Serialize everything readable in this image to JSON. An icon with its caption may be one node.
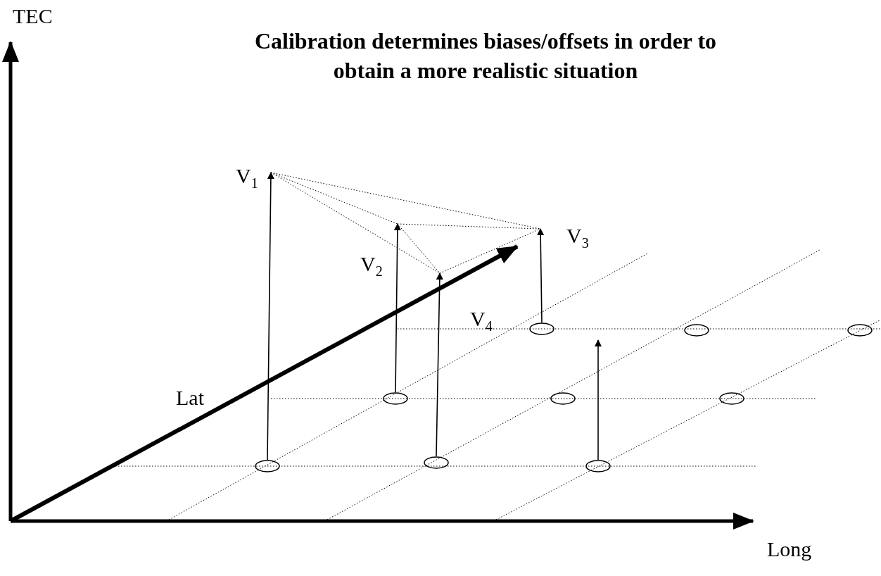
{
  "diagram": {
    "title": "Calibration determines biases/offsets in order to obtain a more realistic situation",
    "nodes": [
      {
        "text": [
          "V$_{1}$"
        ]
      },
      {
        "text": [
          "V$_{3}$"
        ]
      },
      {
        "text": [
          "V$_{2}$"
        ]
      },
      {
        "text": [
          "V$_{4}$"
        ]
      },
      {
        "text": [],
        "shape": "ellipse"
      },
      {
        "text": [],
        "shape": "ellipse"
      },
      {
        "text": [],
        "shape": "ellipse"
      },
      {
        "text": [],
        "shape": "ellipse"
      },
      {
        "text": [],
        "shape": "ellipse"
      },
      {
        "text": [],
        "shape": "ellipse"
      },
      {
        "text": [],
        "shape": "ellipse"
      },
      {
        "text": [],
        "shape": "ellipse"
      },
      {
        "text": [],
        "shape": "ellipse"
      }
    ],
    "edges": [
      {
        "from": 10,
        "to": 0,
        "arrow": "to"
      },
      {
        "from": 7,
        "to": 2,
        "arrow": "to"
      },
      {
        "from": 11,
        "to": 3,
        "arrow": "to"
      },
      {
        "from": 4,
        "to": 1,
        "arrow": "to"
      },
      {
        "from": 12,
        "to": null,
        "arrow": "to"
      },
      {
        "from": 0,
        "to": 2,
        "arrow": "none",
        "style": "dashed"
      },
      {
        "from": 0,
        "to": 3,
        "arrow": "none",
        "style": "dashed"
      },
      {
        "from": 0,
        "to": 1,
        "arrow": "none",
        "style": "dashed"
      },
      {
        "from": 2,
        "to": 3,
        "arrow": "none",
        "style": "dashed"
      },
      {
        "from": 2,
        "to": 1,
        "arrow": "none",
        "style": "dashed"
      },
      {
        "from": 3,
        "to": 1,
        "arrow": "none",
        "style": "dashed"
      }
    ],
    "labels": [
      "TEC",
      "Lat",
      "Long"
    ]
  }
}
